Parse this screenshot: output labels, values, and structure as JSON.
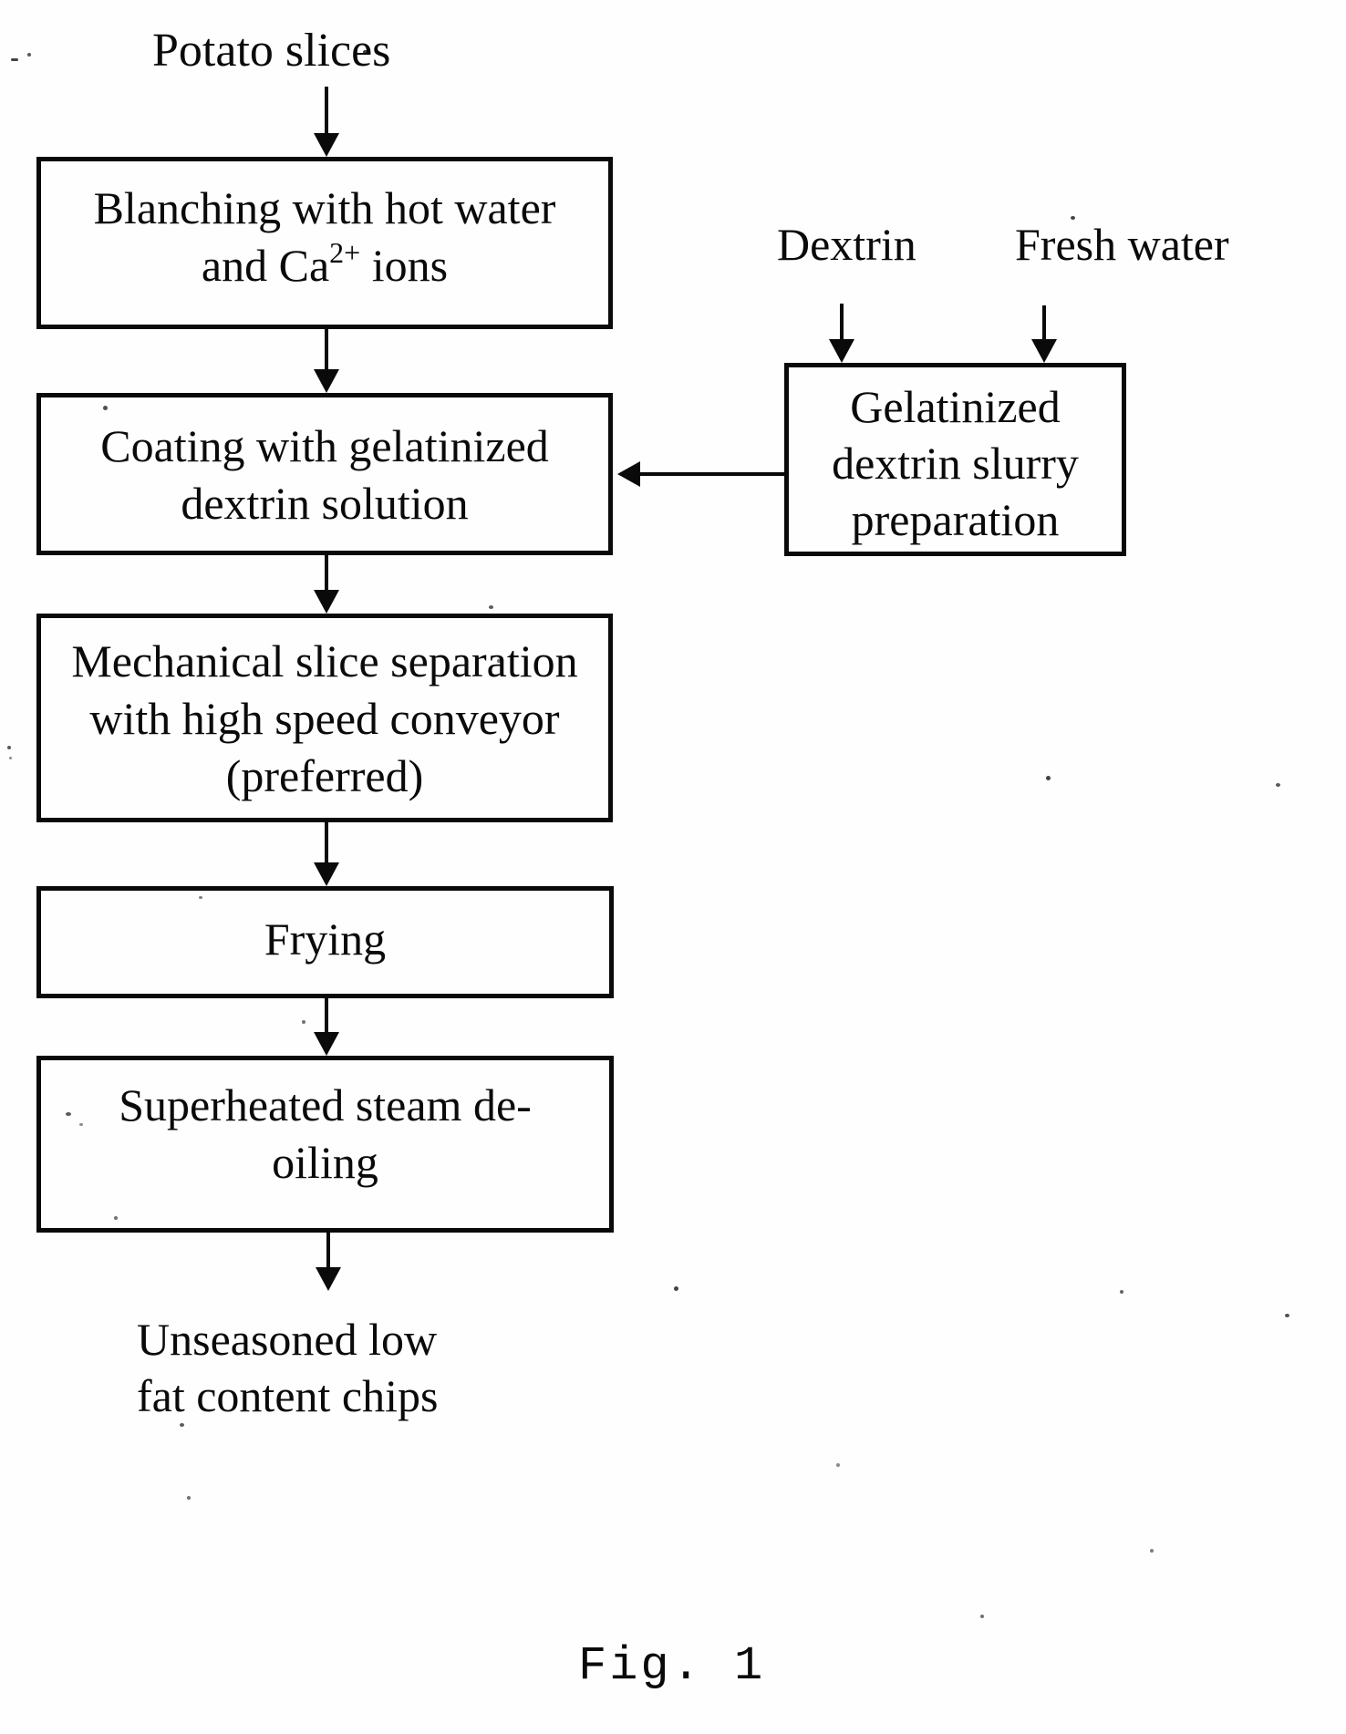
{
  "figure": {
    "caption": "Fig. 1"
  },
  "nodes": {
    "potato_slices": {
      "label": "Potato slices"
    },
    "blanching": {
      "line1": "Blanching with hot water",
      "line2_pre": "and Ca",
      "line2_sup": "2+",
      "line2_post": " ions"
    },
    "dextrin": {
      "label": "Dextrin"
    },
    "fresh_water": {
      "label": "Fresh water"
    },
    "gelatinized_slurry": {
      "line1": "Gelatinized",
      "line2": "dextrin slurry",
      "line3": "preparation"
    },
    "coating": {
      "line1": "Coating with gelatinized",
      "line2": "dextrin solution"
    },
    "mechanical_separation": {
      "line1": "Mechanical slice separation",
      "line2": "with high speed conveyor",
      "line3": "(preferred)"
    },
    "frying": {
      "label": "Frying"
    },
    "deoiling": {
      "line1": "Superheated steam de-",
      "line2": "oiling"
    },
    "output_chips": {
      "line1": "Unseasoned low",
      "line2": "fat content chips"
    }
  },
  "edges": [
    {
      "from": "potato_slices",
      "to": "blanching"
    },
    {
      "from": "blanching",
      "to": "coating"
    },
    {
      "from": "dextrin",
      "to": "gelatinized_slurry"
    },
    {
      "from": "fresh_water",
      "to": "gelatinized_slurry"
    },
    {
      "from": "gelatinized_slurry",
      "to": "coating"
    },
    {
      "from": "coating",
      "to": "mechanical_separation"
    },
    {
      "from": "mechanical_separation",
      "to": "frying"
    },
    {
      "from": "frying",
      "to": "deoiling"
    },
    {
      "from": "deoiling",
      "to": "output_chips"
    }
  ],
  "colors": {
    "ink": "#0a0a0a",
    "background": "#fefefe"
  }
}
